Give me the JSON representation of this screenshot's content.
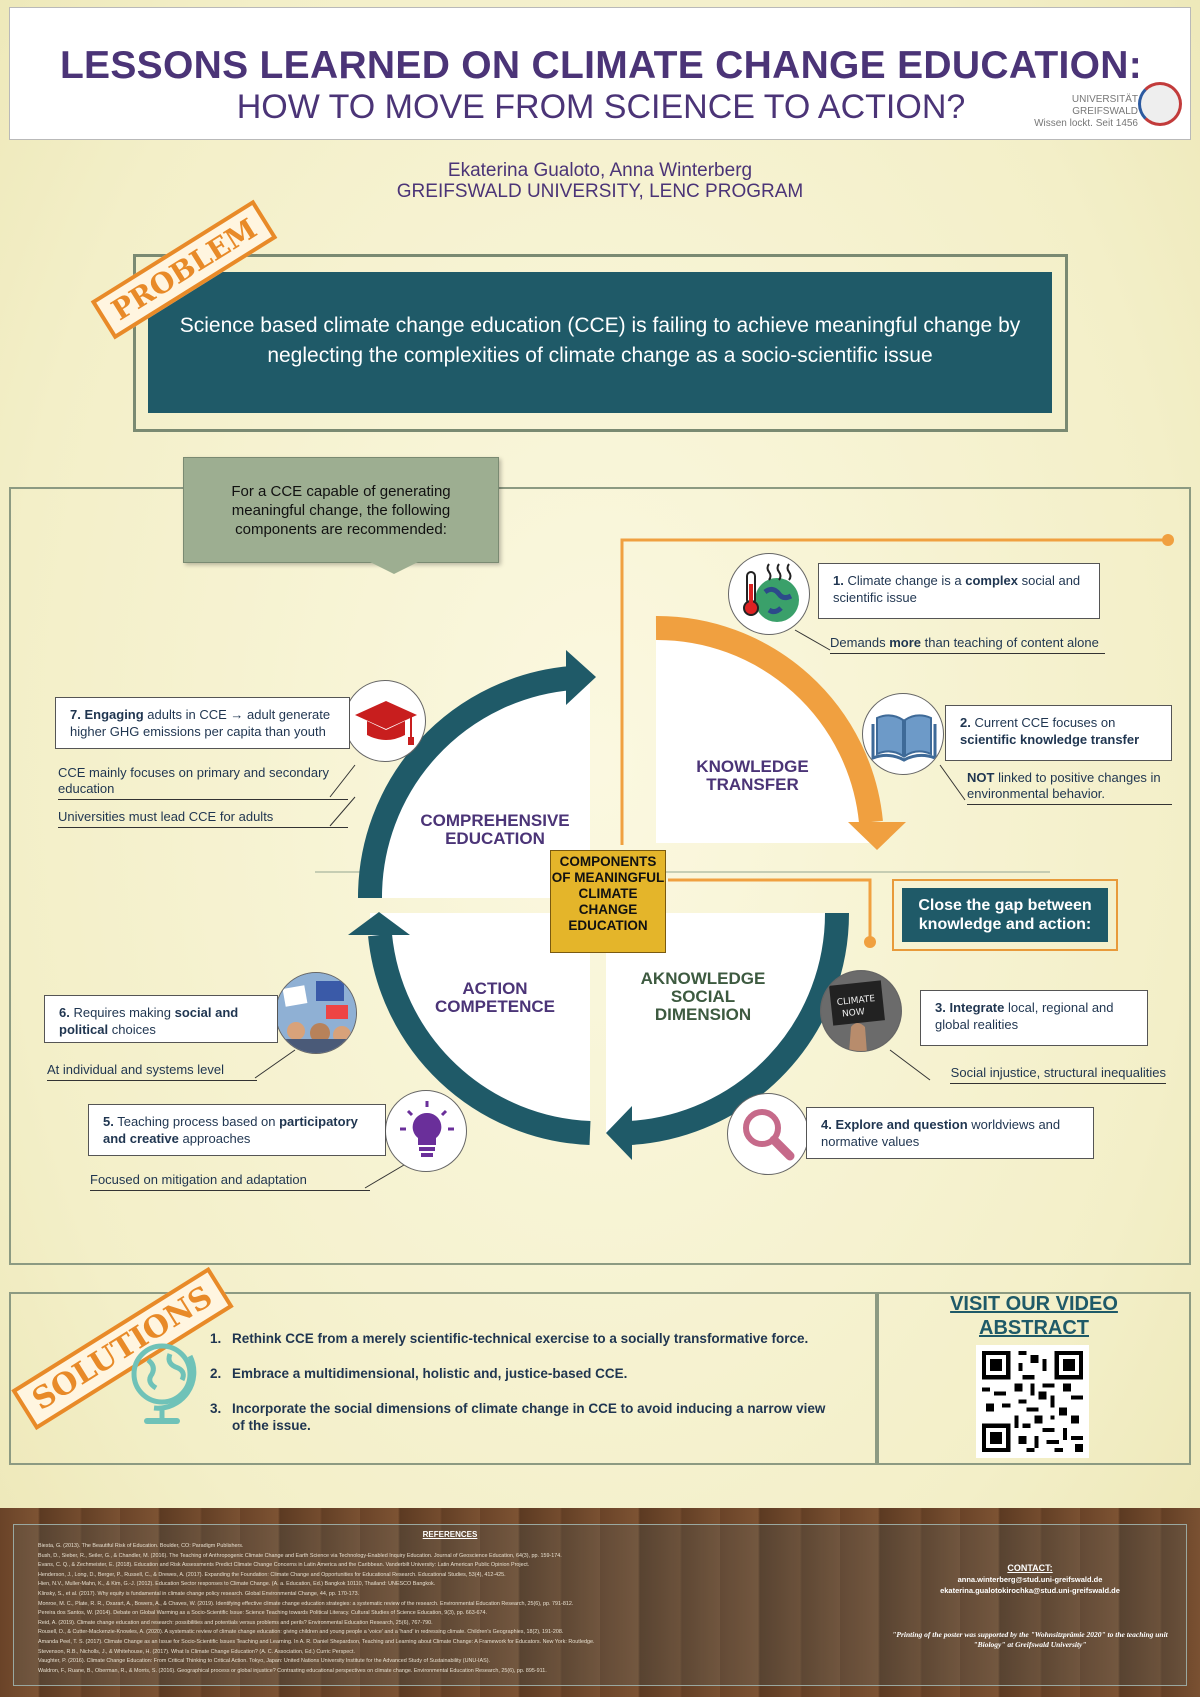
{
  "header": {
    "title_line1": "LESSONS LEARNED ON CLIMATE CHANGE EDUCATION:",
    "title_line2": "HOW TO MOVE FROM SCIENCE TO ACTION?",
    "logo_name": "UNIVERSITÄT GREIFSWALD",
    "logo_tagline": "Wissen lockt. Seit 1456"
  },
  "authors": {
    "names": "Ekaterina Gualoto, Anna Winterberg",
    "affiliation": "GREIFSWALD UNIVERSITY, LENC PROGRAM"
  },
  "problem": {
    "stamp": "PROBLEM",
    "text": "Science based climate change education (CCE) is failing to achieve meaningful change by neglecting the complexities of climate change as a socio-scientific issue"
  },
  "framework": {
    "intro": "For a CCE capable of generating meaningful change, the following components are recommended:",
    "center": "COMPONENTS OF MEANINGFUL CLIMATE CHANGE EDUCATION",
    "quadrants": {
      "knowledge": "KNOWLEDGE TRANSFER",
      "comprehensive": "COMPREHENSIVE EDUCATION",
      "action": "ACTION COMPETENCE",
      "social": "AKNOWLEDGE SOCIAL DIMENSION"
    },
    "gap": "Close the gap between knowledge and action:",
    "points": [
      {
        "num": "1.",
        "pre": " Climate change is a ",
        "bold": "complex",
        "post": " social and scientific issue",
        "sub_pre": "Demands ",
        "sub_bold": "more",
        "sub_post": " than teaching of content alone",
        "icon": "globe-thermometer-icon"
      },
      {
        "num": "2.",
        "pre": " Current CCE focuses on ",
        "bold": "scientific knowledge transfer",
        "post": "",
        "sub_pre": "",
        "sub_bold": "NOT",
        "sub_post": " linked to positive changes in environmental behavior.",
        "icon": "book-icon"
      },
      {
        "num": "3.",
        "pre": " ",
        "bold": "Integrate",
        "post": " local, regional and global realities",
        "sub_pre": "Social injustice, structural inequalities",
        "sub_bold": "",
        "sub_post": "",
        "icon": "climate-protest-sign-icon"
      },
      {
        "num": "4.",
        "pre": " ",
        "bold": "Explore and question",
        "post": " worldviews and normative values",
        "icon": "magnifying-glass-icon"
      },
      {
        "num": "5.",
        "pre": " Teaching process based on ",
        "bold": "participatory and creative",
        "post": " approaches",
        "sub_pre": "Focused on mitigation and adaptation",
        "sub_bold": "",
        "sub_post": "",
        "icon": "lightbulb-icon"
      },
      {
        "num": "6.",
        "pre": " Requires making ",
        "bold": "social and political",
        "post": " choices",
        "sub_pre": "At individual and systems level",
        "sub_bold": "",
        "sub_post": "",
        "icon": "protest-crowd-icon"
      },
      {
        "num": "7.",
        "pre": " ",
        "bold": "Engaging",
        "post": " adults in CCE → adult generate higher GHG emissions per capita than youth",
        "sub_a": "CCE mainly focuses on primary and secondary education",
        "sub_b": "Universities must lead CCE for adults",
        "icon": "graduation-cap-icon"
      }
    ]
  },
  "solutions": {
    "stamp": "SOLUTIONS",
    "items": [
      {
        "num": "1.",
        "text": "Rethink CCE from a merely scientific-technical exercise to a socially transformative force."
      },
      {
        "num": "2.",
        "text": "Embrace a multidimensional, holistic and, justice-based CCE."
      },
      {
        "num": "3.",
        "text": "Incorporate the social dimensions of climate change in CCE to avoid inducing a narrow view of the issue."
      }
    ],
    "video_title_1": "VISIT OUR VIDEO",
    "video_title_2": "ABSTRACT"
  },
  "footer": {
    "references_title": "REFERENCES",
    "references": [
      "Biesta, G. (2013). The Beautiful Risk of Education. Boulder, CO: Paradigm Publishers.",
      "Bush, D., Sieber, R., Seiler, G., & Chandler, M. (2016). The Teaching of Anthropogenic Climate Change and Earth Science via Technology-Enabled Inquiry Education. Journal of Geoscience Education, 64(3), pp. 159-174.",
      "Evans, C. Q., & Zechmeister, E. (2018). Education and Risk Assessments Predict Climate Change Concerns in Latin America and the Caribbean. Vanderbilt University: Latin American Public Opinion Project.",
      "Henderson, J., Long, D., Berger, P., Russell, C., & Drewes, A. (2017). Expanding the Foundation: Climate Change and Opportunities for Educational Research. Educational Studies, 53(4), 412-425.",
      "Hien, N.V., Muller-Mahn, K., & Kim, G.-J. (2012). Education Sector responses to Climate Change. (A. a. Education, Ed.) Bangkok 10110, Thailand: UNESCO Bangkok.",
      "Klinsky, S., et al. (2017). Why equity is fundamental in climate change policy research. Global Environmental Change, 44, pp. 170-173.",
      "Monroe, M. C., Plate, R. R., Oxarart, A., Bowers, A., & Chaves, W. (2019). Identifying effective climate change education strategies: a systematic review of the research. Environmental Education Research, 25(6), pp. 791-812.",
      "Pereira dos Santos, W. (2014). Debate on Global Warming as a Socio-Scientific Issue: Science Teaching towards Political Literacy. Cultural Studies of Science Education, 9(3), pp. 663-674.",
      "Reid, A. (2019). Climate change education and research: possibilities and potentials versus problems and perils? Environmental Education Research, 25(6), 767-790.",
      "Rousell, D., & Cutter-Mackenzie-Knowles, A. (2020). A systematic review of climate change education: giving children and young people a 'voice' and a 'hand' in redressing climate. Children's Geographies, 18(2), 191-208.",
      "Amanda Peel, T. S. (2017). Climate Change as an Issue for Socio-Scientific Issues Teaching and Learning. In A. R. Daniel Shepardson, Teaching and Learning about Climate Change: A Framework for Educators. New York: Routledge.",
      "Stevenson, R.B., Nicholls, J., & Whitehouse, H. (2017). What Is Climate Change Education? (A. C. Association, Ed.) Curric Perspect.",
      "Vaughter, P. (2016). Climate Change Education: From Critical Thinking to Critical Action. Tokyo, Japan: United Nations University Institute for the Advanced Study of Sustainability (UNU-IAS).",
      "Waldron, F., Ruane, B., Oberman, R., & Morris, S. (2016). Geographical process or global injustice? Contrasting educational perspectives on climate change. Environmental Education Research, 25(6), pp. 895-911."
    ],
    "contact_title": "CONTACT:",
    "contact_1": "anna.winterberg@stud.uni-greifswald.de",
    "contact_2": "ekaterina.gualotokirochka@stud.uni-greifswald.de",
    "printing_note": "\"Printing of the poster was supported by the \"Wohnsitzprämie 2020\" to the teaching unit \"Biology\" at Greifswald University\""
  },
  "colors": {
    "purple": "#4b3477",
    "teal": "#1f5a68",
    "orange": "#f0a040",
    "gold": "#e4b52a",
    "sage": "#9dae91"
  }
}
